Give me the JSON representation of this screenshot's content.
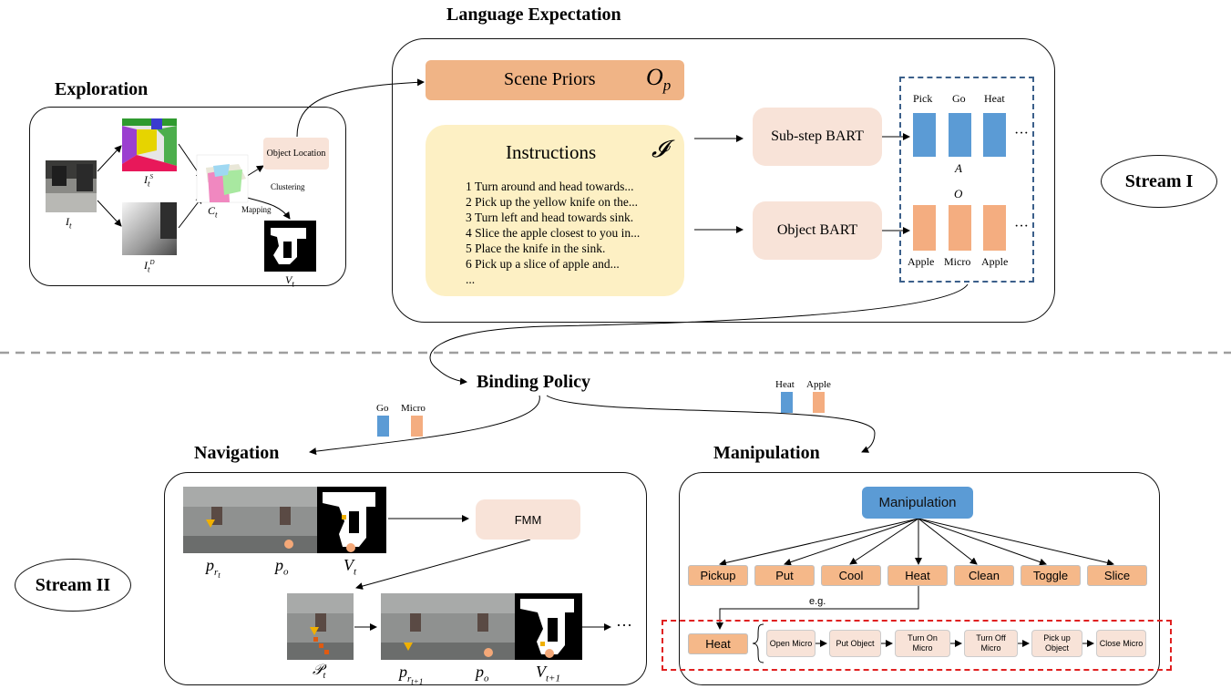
{
  "titles": {
    "language_expectation": "Language Expectation",
    "exploration": "Exploration",
    "binding_policy": "Binding Policy",
    "navigation": "Navigation",
    "manipulation": "Manipulation"
  },
  "streams": {
    "stream1": "Stream I",
    "stream2": "Stream II"
  },
  "exploration": {
    "label_it": "I",
    "label_it_sub": "t",
    "label_is": "I",
    "label_is_sub": "t",
    "label_is_sup": "S",
    "label_id": "I",
    "label_id_sub": "t",
    "label_id_sup": "D",
    "label_ct": "C",
    "label_ct_sub": "t",
    "label_vt": "V",
    "label_vt_sub": "t",
    "object_location": "Object Location",
    "clustering": "Clustering",
    "mapping": "Mapping"
  },
  "language": {
    "scene_priors": "Scene Priors",
    "scene_priors_symbol": "O",
    "scene_priors_symbol_sub": "p",
    "instructions_title": "Instructions",
    "instructions_symbol": "𝓘",
    "instructions": [
      "1 Turn around and head towards...",
      "2 Pick up the yellow knife on the...",
      "3 Turn left and head towards sink.",
      "4 Slice the apple closest to you in...",
      "5 Place the knife in the sink.",
      "6 Pick up a slice of apple and...",
      "..."
    ],
    "substep_bart": "Sub-step BART",
    "object_bart": "Object BART",
    "action_tokens": [
      "Pick",
      "Go",
      "Heat"
    ],
    "action_symbol": "A",
    "object_symbol": "O",
    "object_tokens": [
      "Apple",
      "Micro",
      "Apple"
    ],
    "ellipsis": "···"
  },
  "binding": {
    "left_tokens": [
      "Go",
      "Micro"
    ],
    "right_tokens": [
      "Heat",
      "Apple"
    ]
  },
  "navigation": {
    "fmm": "FMM",
    "label_pr": "p",
    "label_pr_sub": "r",
    "label_pr_subsub": "t",
    "label_po": "p",
    "label_po_sub": "o",
    "label_vt": "V",
    "label_vt_sub": "t",
    "label_pt": "𝒫",
    "label_pt_sub": "t",
    "label_pr1": "p",
    "label_pr1_sub": "r",
    "label_pr1_subsub": "t+1",
    "label_po2": "p",
    "label_po2_sub": "o",
    "label_vt1": "V",
    "label_vt1_sub": "t+1",
    "ellipsis": "···"
  },
  "manipulation": {
    "root": "Manipulation",
    "actions": [
      "Pickup",
      "Put",
      "Cool",
      "Heat",
      "Clean",
      "Toggle",
      "Slice"
    ],
    "eg": "e.g.",
    "heat": "Heat",
    "steps": [
      "Open Micro",
      "Put Object",
      "Turn On Micro",
      "Turn Off Micro",
      "Pick up Object",
      "Close Micro"
    ]
  },
  "colors": {
    "orange": "#f0b486",
    "light_peach": "#f8e3d8",
    "blue": "#5b9bd5",
    "cream": "#fdf0c4",
    "dashed_blue": "#3b5f8a",
    "dashed_red": "#e02020",
    "divider": "#9e9e9e"
  }
}
